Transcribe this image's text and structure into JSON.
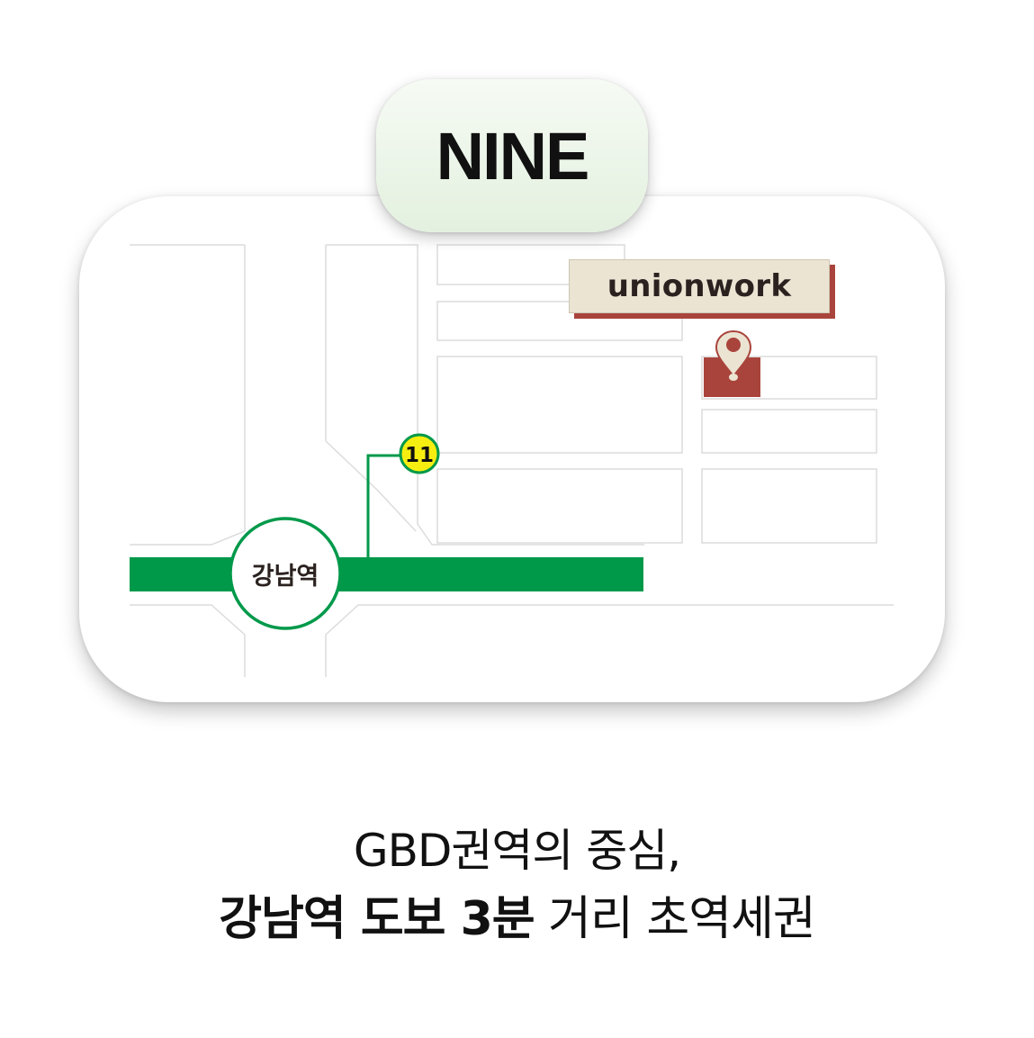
{
  "brand": {
    "name": "NINE"
  },
  "map": {
    "destination_label": "unionwork",
    "station_name": "강남역",
    "exit_number": "11",
    "colors": {
      "subway_line": "#00994a",
      "exit_badge": "#f7ee11",
      "destination_marker": "#a9443c",
      "label_background": "#ece4d3",
      "block_outline": "#dcdcdc"
    },
    "pin_icon": "location-pin-icon"
  },
  "caption": {
    "line1": "GBD권역의 중심,",
    "line2_bold": "강남역 도보 3분",
    "line2_regular": " 거리 초역세권"
  }
}
